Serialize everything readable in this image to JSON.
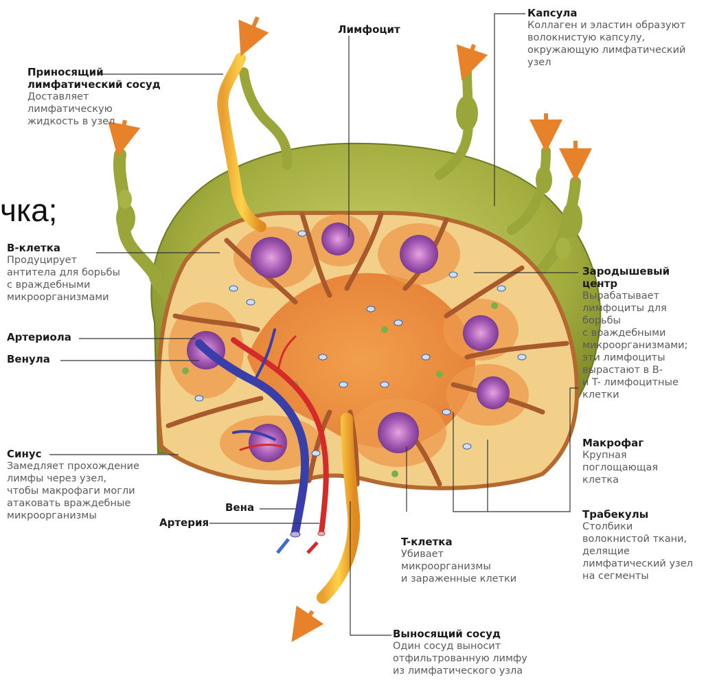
{
  "fragment_text": "чка;",
  "labels": {
    "lymphocyte": {
      "title": "Лимфоцит"
    },
    "capsule": {
      "title": "Капсула",
      "desc": "Коллаген и эластин образуют\nволокнистую капсулу,\nокружающую лимфатический\nузел"
    },
    "afferent": {
      "title": "Приносящий\nлимфатический сосуд",
      "desc": "Доставляет лимфатическую\nжидкость в узел"
    },
    "bcell": {
      "title": "B-клетка",
      "desc": "Продуцирует\nантитела для борьбы\nс враждебными\nмикроорганизмами"
    },
    "germinal": {
      "title": "Зародышевый центр",
      "desc": "Вырабатывает\nлимфоциты для\nборьбы\nс враждебными\nмикроорганизмами;\nэти лимфоциты\nвырастают в B-\nи T- лимфоцитные\nклетки"
    },
    "arteriole": {
      "title": "Артериола"
    },
    "venule": {
      "title": "Венула"
    },
    "sinus": {
      "title": "Синус",
      "desc": "Замедляет прохождение\nлимфы через узел,\nчтобы макрофаги могли\nатаковать враждебные\nмикроорганизмы"
    },
    "macrophage": {
      "title": "Макрофаг",
      "desc": "Крупная\nпоглощающая\nклетка"
    },
    "vein": {
      "title": "Вена"
    },
    "artery": {
      "title": "Артерия"
    },
    "trabeculae": {
      "title": "Трабекулы",
      "desc": "Столбики\nволокнистой ткани,\nделящие\nлимфатический узел\nна сегменты"
    },
    "tcell": {
      "title": "T-клетка",
      "desc": "Убивает\nмикроорганизмы\nи зараженные клетки"
    },
    "efferent": {
      "title": "Выносящий сосуд",
      "desc": "Один сосуд выносит\nотфильтрованную лимфу\nиз лимфатического узла"
    }
  },
  "colors": {
    "capsule": "#9aa63a",
    "cortex": "#f2c67a",
    "medulla": "#e8833a",
    "trabecula": "#a85a2c",
    "germinal": "#9b4fa6",
    "vein": "#3a3ea8",
    "artery": "#d42a2a",
    "arrow": "#e8822a"
  }
}
